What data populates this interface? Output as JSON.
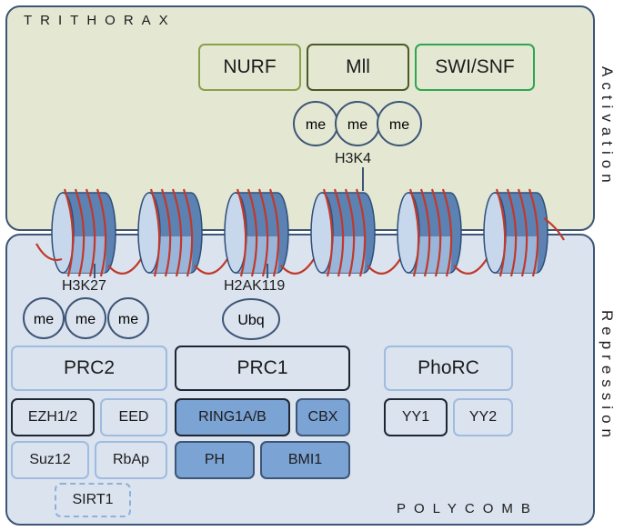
{
  "colors": {
    "trithorax_bg": "#e4e8d3",
    "polycomb_bg": "#dbe3ef",
    "panel_border": "#3d5576",
    "dna": "#c0392b",
    "nucleosome": "#5b82b3",
    "nurf_border": "#8aa049",
    "mll_border": "#4c5a24",
    "swisnf_border": "#2ea650",
    "dark_fill": "#7ba3d4"
  },
  "trithorax": {
    "title": "TRITHORAX",
    "side_label": "Activation",
    "complexes": [
      "NURF",
      "Mll",
      "SWI/SNF"
    ],
    "mark_circles": [
      "me",
      "me",
      "me"
    ],
    "mark_label": "H3K4"
  },
  "polycomb": {
    "title": "POLYCOMB",
    "side_label": "Repression",
    "h3k27": {
      "label": "H3K27",
      "circles": [
        "me",
        "me",
        "me"
      ]
    },
    "h2ak119": {
      "label": "H2AK119",
      "ubq": "Ubq"
    },
    "prc2": {
      "title": "PRC2",
      "subunits": [
        "EZH1/2",
        "EED",
        "Suz12",
        "RbAp"
      ],
      "associated": "SIRT1"
    },
    "prc1": {
      "title": "PRC1",
      "subunits": [
        "RING1A/B",
        "CBX",
        "PH",
        "BMI1"
      ]
    },
    "phorc": {
      "title": "PhoRC",
      "subunits": [
        "YY1",
        "YY2"
      ]
    }
  },
  "nucleosome_count": 6
}
